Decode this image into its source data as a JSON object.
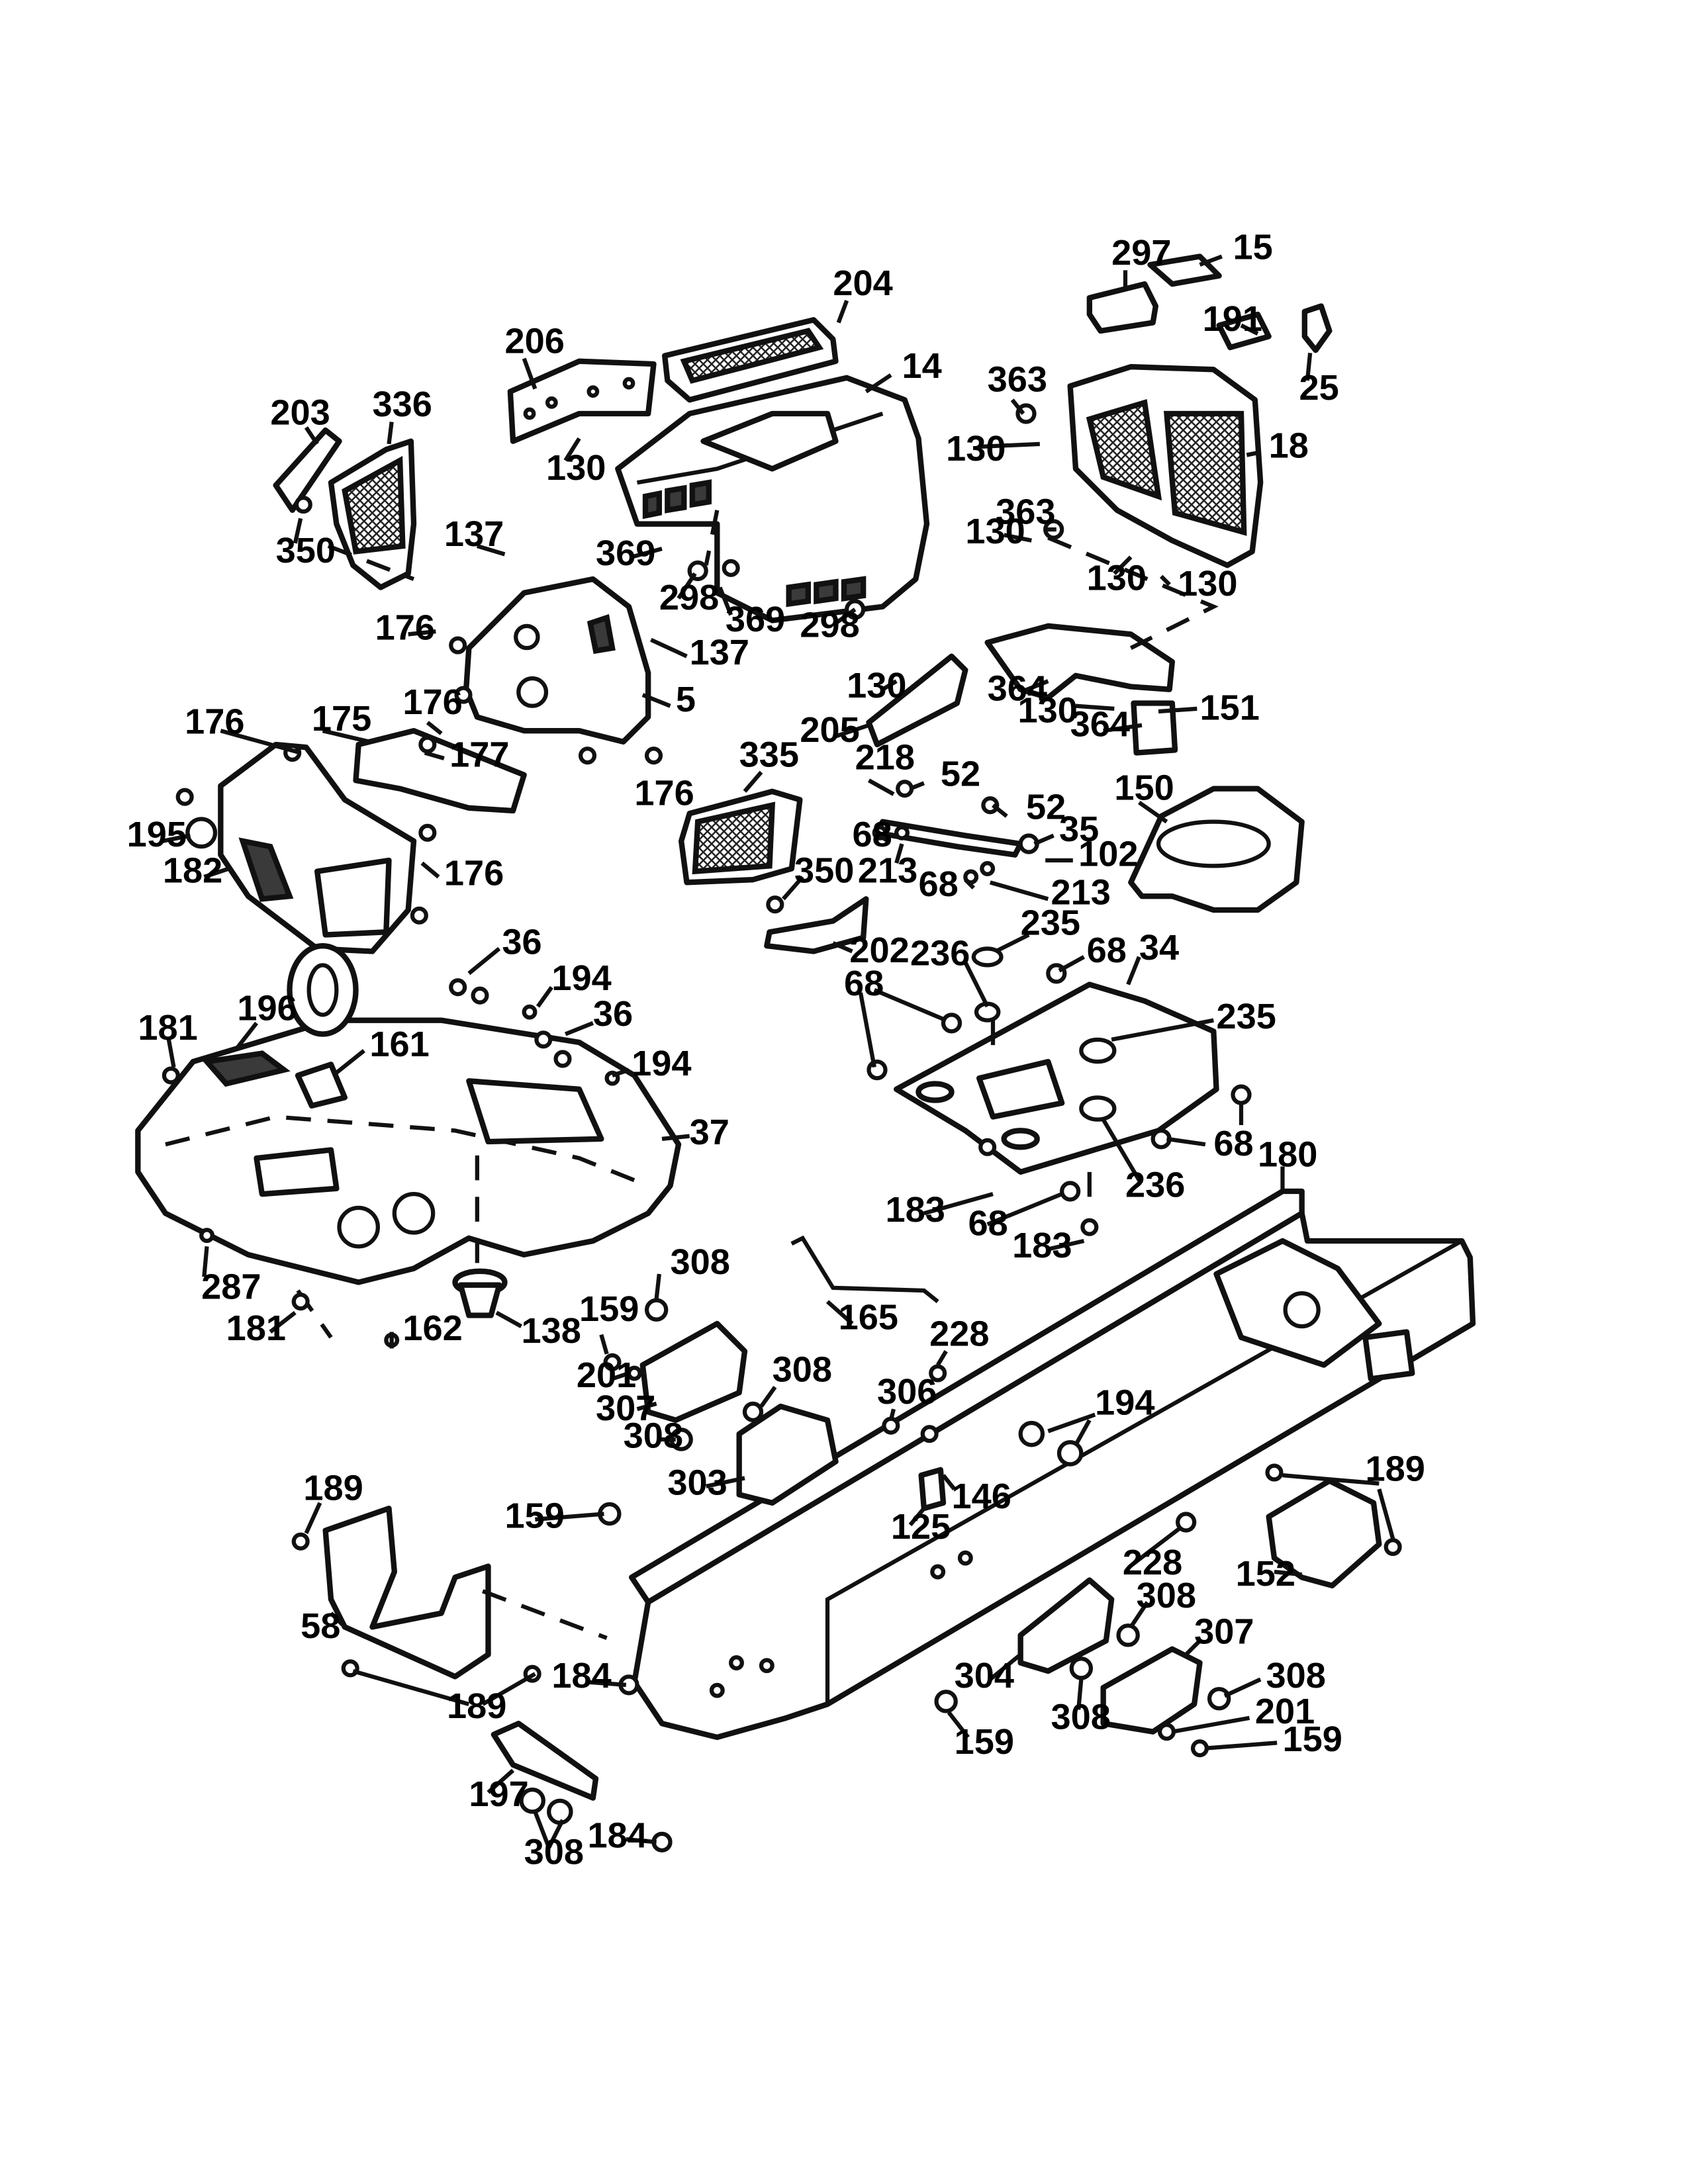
{
  "callouts": {
    "c297": "297",
    "c15": "15",
    "c204": "204",
    "c14": "14",
    "c191": "191",
    "c25": "25",
    "c206": "206",
    "c363a": "363",
    "c336": "336",
    "c203": "203",
    "c130a": "130",
    "c130b": "130",
    "c18": "18",
    "c350a": "350",
    "c363b": "363",
    "c130c": "130",
    "c369a": "369",
    "c137a": "137",
    "c298a": "298",
    "c130d": "130",
    "c130e": "130",
    "c369b": "369",
    "c298b": "298",
    "c176a": "176",
    "c137b": "137",
    "c130f": "130",
    "c364a": "364",
    "c5": "5",
    "c176b": "176",
    "c130g": "130",
    "c151": "151",
    "c176c": "176",
    "c175": "175",
    "c205": "205",
    "c364b": "364",
    "c177": "177",
    "c176d": "176",
    "c218": "218",
    "c52a": "52",
    "c150": "150",
    "c335": "335",
    "c52b": "52",
    "c195": "195",
    "c176e": "176",
    "c68a": "68",
    "c35": "35",
    "c102": "102",
    "c182": "182",
    "c213a": "213",
    "c350b": "350",
    "c68b": "68",
    "c213b": "213",
    "c235a": "235",
    "c36a": "36",
    "c202": "202",
    "c236a": "236",
    "c68c": "68",
    "c34": "34",
    "c194a": "194",
    "c68d": "68",
    "c235b": "235",
    "c196": "196",
    "c36b": "36",
    "c181a": "181",
    "c161": "161",
    "c194b": "194",
    "c37": "37",
    "c68e": "68",
    "c236b": "236",
    "c180": "180",
    "c183a": "183",
    "c68f": "68",
    "c183b": "183",
    "c287": "287",
    "c308a": "308",
    "c181b": "181",
    "c162": "162",
    "c138": "138",
    "c159a": "159",
    "c165": "165",
    "c228a": "228",
    "c201a": "201",
    "c308b": "308",
    "c307a": "307",
    "c306": "306",
    "c194c": "194",
    "c308c": "308",
    "c303": "303",
    "c189a": "189",
    "c146": "146",
    "c189b": "189",
    "c159b": "159",
    "c125": "125",
    "c228b": "228",
    "c152": "152",
    "c58": "58",
    "c308d": "308",
    "c307b": "307",
    "c184a": "184",
    "c304": "304",
    "c308e": "308",
    "c189c": "189",
    "c308f": "308",
    "c201b": "201",
    "c159c": "159",
    "c159d": "159",
    "c197": "197",
    "c184b": "184",
    "c308g": "308"
  }
}
